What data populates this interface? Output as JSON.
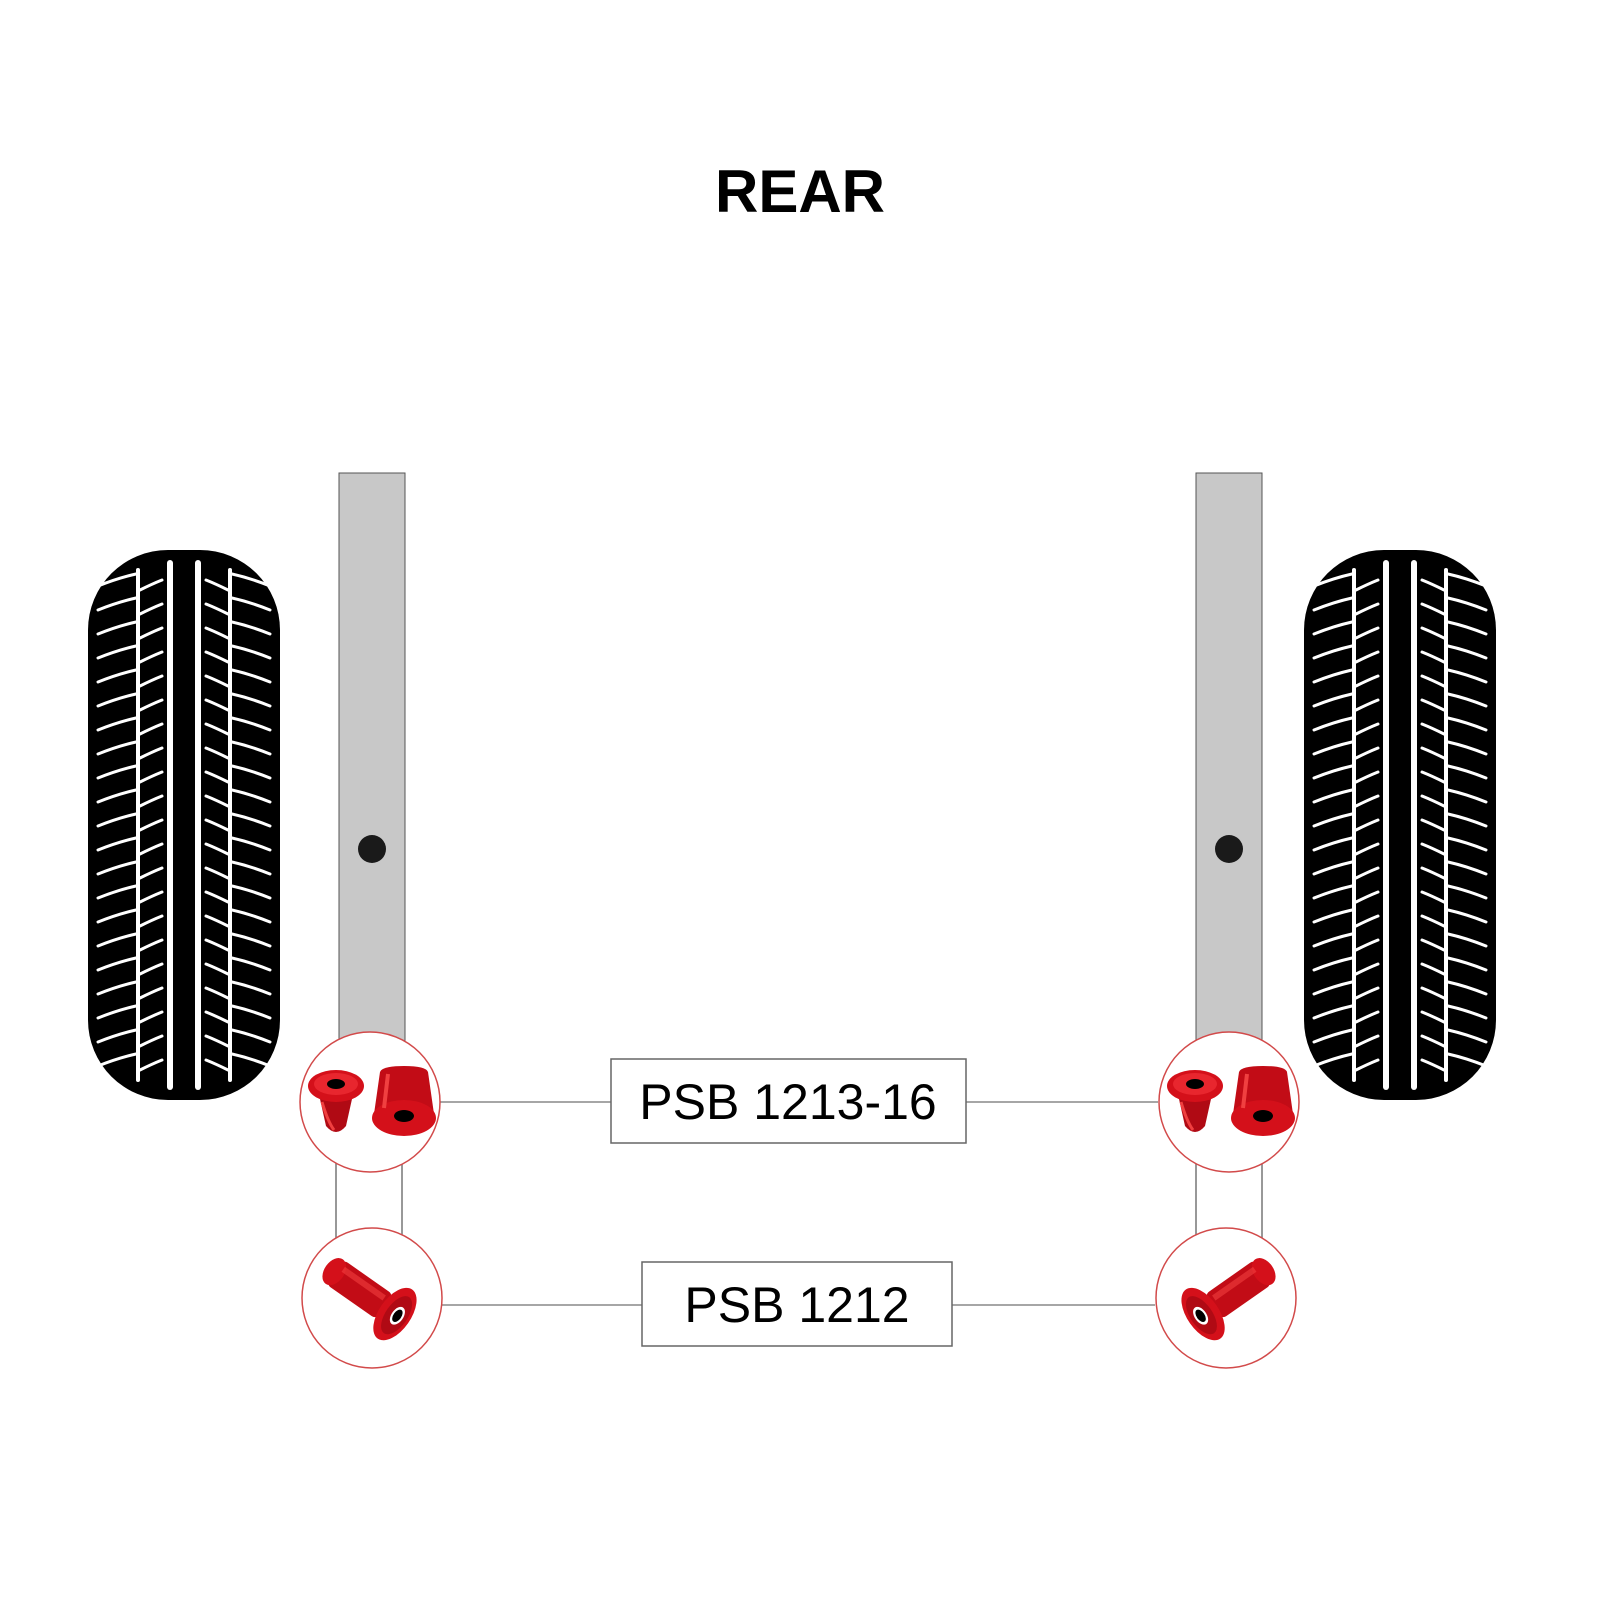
{
  "title": "REAR",
  "parts": [
    {
      "id": "upper",
      "label": "PSB 1213-16",
      "icon": "shackle-bushing-pair-icon"
    },
    {
      "id": "lower",
      "label": "PSB 1212",
      "icon": "flanged-bushing-icon"
    }
  ],
  "colors": {
    "text": "#000000",
    "frame_fill": "#c8c8c8",
    "frame_stroke": "#555555",
    "tire": "#000000",
    "tread": "#ffffff",
    "bushing": "#d4101a",
    "bushing_highlight": "#f04040",
    "bushing_shadow": "#8a0008",
    "callout_ring": "#d24a4a",
    "leader_line": "#888888",
    "label_border": "#666666"
  }
}
